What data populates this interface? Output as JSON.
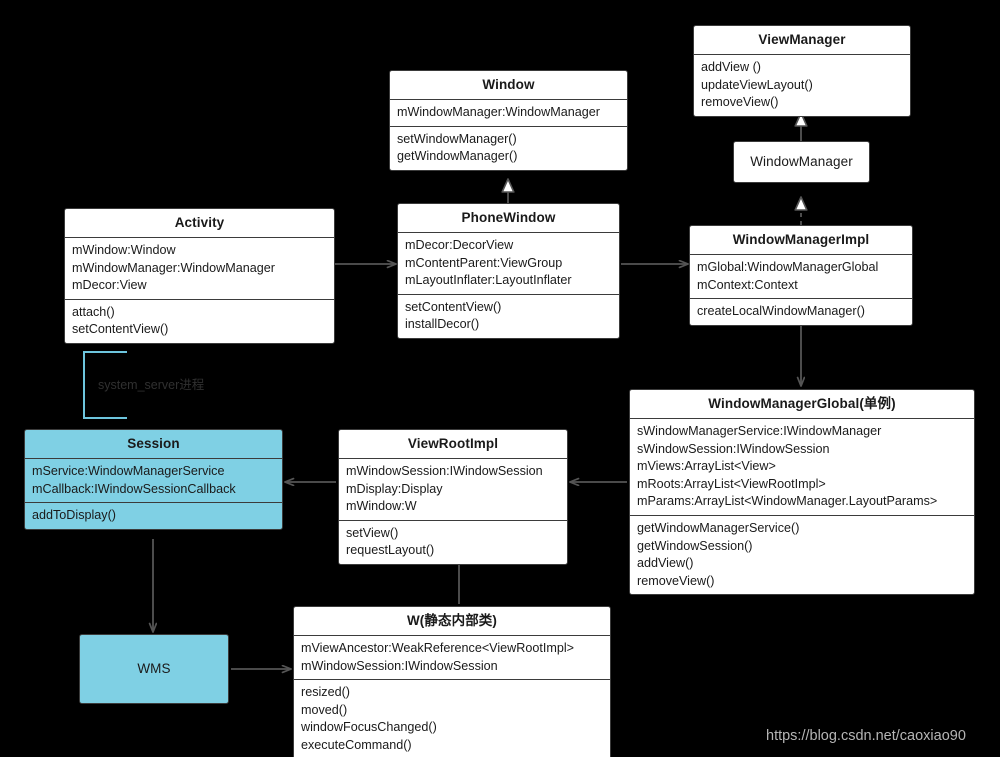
{
  "diagram": {
    "background_color": "#000000",
    "box_fill": "#ffffff",
    "box_fill_highlight": "#7fd0e4",
    "edge_color": "#555555",
    "border_color": "#3b3b3b",
    "watermark": "https://blog.csdn.net/caoxiao90",
    "group_label": "system_server进程",
    "group_bracket_color": "#6dc5dd"
  },
  "classes": {
    "view_manager": {
      "title": "ViewManager",
      "fields": [],
      "methods": [
        "addView  ()",
        "updateViewLayout()",
        "removeView()"
      ]
    },
    "window_manager": {
      "title": "WindowManager",
      "fields": [],
      "methods": []
    },
    "window": {
      "title": "Window",
      "fields": [
        "mWindowManager:WindowManager"
      ],
      "methods": [
        "setWindowManager()",
        "getWindowManager()"
      ]
    },
    "activity": {
      "title": "Activity",
      "fields": [
        "mWindow:Window",
        "mWindowManager:WindowManager",
        "mDecor:View"
      ],
      "methods": [
        "attach()",
        "setContentView()"
      ]
    },
    "phone_window": {
      "title": "PhoneWindow",
      "fields": [
        "mDecor:DecorView",
        "mContentParent:ViewGroup",
        "mLayoutInflater:LayoutInflater"
      ],
      "methods": [
        "setContentView()",
        "installDecor()"
      ]
    },
    "window_manager_impl": {
      "title": "WindowManagerImpl",
      "fields": [
        "mGlobal:WindowManagerGlobal",
        "mContext:Context"
      ],
      "methods": [
        "createLocalWindowManager()"
      ]
    },
    "window_manager_global": {
      "title": "WindowManagerGlobal(单例)",
      "fields": [
        "sWindowManagerService:IWindowManager",
        "sWindowSession:IWindowSession",
        "mViews:ArrayList<View>",
        "mRoots:ArrayList<ViewRootImpl>",
        "mParams:ArrayList<WindowManager.LayoutParams>"
      ],
      "methods": [
        "getWindowManagerService()",
        "getWindowSession()",
        "addView()",
        "removeView()"
      ]
    },
    "view_root_impl": {
      "title": "ViewRootImpl",
      "fields": [
        "mWindowSession:IWindowSession",
        "mDisplay:Display",
        "mWindow:W"
      ],
      "methods": [
        "setView()",
        "requestLayout()"
      ]
    },
    "session": {
      "title": "Session",
      "fields": [
        "mService:WindowManagerService",
        "mCallback:IWindowSessionCallback"
      ],
      "methods": [
        "addToDisplay()"
      ]
    },
    "wms": {
      "title": "WMS",
      "fields": [],
      "methods": []
    },
    "w_inner": {
      "title": "W(静态内部类)",
      "fields": [
        "mViewAncestor:WeakReference<ViewRootImpl>",
        "mWindowSession:IWindowSession"
      ],
      "methods": [
        "resized()",
        "moved()",
        "windowFocusChanged()",
        "executeCommand()"
      ]
    }
  },
  "relations": [
    {
      "from": "window_manager",
      "to": "view_manager",
      "kind": "generalization"
    },
    {
      "from": "window_manager_impl",
      "to": "window_manager",
      "kind": "realization"
    },
    {
      "from": "phone_window",
      "to": "window",
      "kind": "generalization"
    },
    {
      "from": "activity",
      "to": "phone_window",
      "kind": "association"
    },
    {
      "from": "phone_window",
      "to": "window_manager_impl",
      "kind": "association"
    },
    {
      "from": "window_manager_impl",
      "to": "window_manager_global",
      "kind": "association"
    },
    {
      "from": "window_manager_global",
      "to": "view_root_impl",
      "kind": "association"
    },
    {
      "from": "view_root_impl",
      "to": "session",
      "kind": "association"
    },
    {
      "from": "session",
      "to": "wms",
      "kind": "association"
    },
    {
      "from": "wms",
      "to": "w_inner",
      "kind": "association"
    },
    {
      "from": "w_inner",
      "to": "view_root_impl",
      "kind": "association"
    }
  ]
}
